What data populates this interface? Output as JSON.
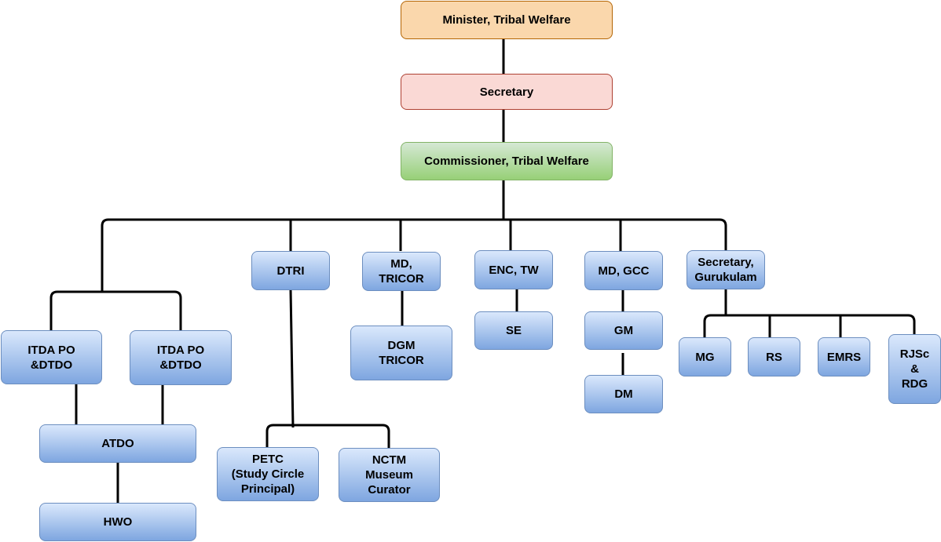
{
  "title": "Tribal Welfare Department Organisation Chart",
  "nodes": {
    "minister": "Minister, Tribal Welfare",
    "secretary": "Secretary",
    "commissioner": "Commissioner, Tribal Welfare",
    "itda1": "ITDA PO\n&DTDO",
    "itda2": "ITDA PO\n&DTDO",
    "atdo": "ATDO",
    "hwo": "HWO",
    "dtri": "DTRI",
    "petc": "PETC\n(Study Circle\nPrincipal)",
    "nctm": "NCTM\nMuseum\nCurator",
    "md_tricor": "MD,\nTRICOR",
    "dgm_tricor": "DGM\nTRICOR",
    "enc_tw": "ENC, TW",
    "se": "SE",
    "md_gcc": "MD, GCC",
    "gm": "GM",
    "dm": "DM",
    "sec_gurukulam": "Secretary,\nGurukulam",
    "mg": "MG",
    "rs": "RS",
    "emrs": "EMRS",
    "rjsc_rdg": "RJSc\n&\nRDG"
  },
  "colors": {
    "minister_fill": "#fad7ac",
    "secretary_fill": "#fad9d5",
    "commissioner_fill": "#97d077",
    "unit_fill": "#7ea6e0",
    "connector": "#000000"
  }
}
